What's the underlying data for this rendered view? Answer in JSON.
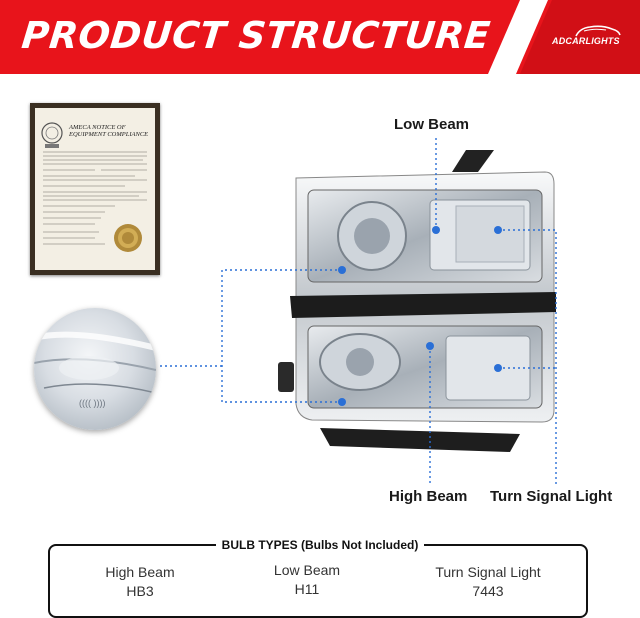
{
  "banner": {
    "title": "PRODUCT STRUCTURE",
    "brand": "ADCARLIGHTS",
    "color": "#e8141b"
  },
  "certificate": {
    "title": "AMECA NOTICE OF EQUIPMENT COMPLIANCE"
  },
  "callouts": {
    "low_beam": "Low Beam",
    "high_beam": "High Beam",
    "turn_signal": "Turn Signal Light",
    "line_color": "#2a6fd6"
  },
  "bulb_types": {
    "heading": "BULB TYPES (Bulbs Not Included)",
    "items": [
      {
        "name": "High Beam",
        "type": "HB3"
      },
      {
        "name": "Low Beam",
        "type": "H11"
      },
      {
        "name": "Turn Signal Light",
        "type": "7443"
      }
    ]
  }
}
